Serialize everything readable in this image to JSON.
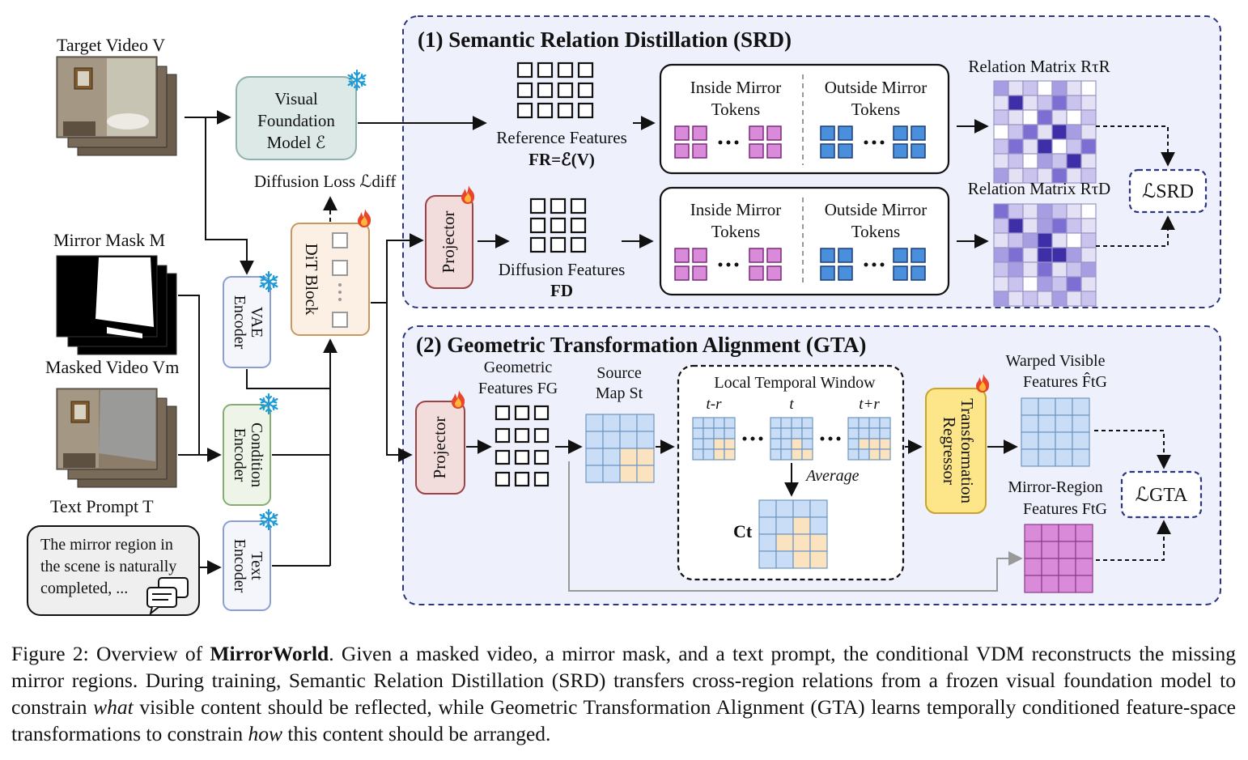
{
  "inputs": {
    "target_video": "Target Video V",
    "mirror_mask": "Mirror Mask M",
    "masked_video": "Masked Video Vm",
    "text_prompt": "Text Prompt T",
    "prompt_lines": [
      "The mirror region in",
      "the scene is naturally",
      "completed, ..."
    ]
  },
  "modules": {
    "vfm": [
      "Visual",
      "Foundation",
      "Model ℰ"
    ],
    "vae": [
      "VAE",
      "Encoder"
    ],
    "condition": [
      "Condition",
      "Encoder"
    ],
    "text_encoder": [
      "Text",
      "Encoder"
    ],
    "dit": "DiT Block",
    "diffusion_loss": "Diffusion Loss ℒdiff",
    "projector": "Projector",
    "regressor": [
      "Transformation",
      "Regressor"
    ]
  },
  "srd": {
    "title": "(1) Semantic Relation Distillation (SRD)",
    "reference_features": [
      "Reference Features",
      "FR=ℰ(V)"
    ],
    "diffusion_features": [
      "Diffusion Features",
      "FD"
    ],
    "inside_tokens": [
      "Inside Mirror",
      "Tokens"
    ],
    "outside_tokens": [
      "Outside Mirror",
      "Tokens"
    ],
    "relation_matrix_r": "Relation Matrix RτR",
    "relation_matrix_d": "Relation Matrix RτD",
    "loss": "ℒSRD"
  },
  "gta": {
    "title": "(2) Geometric Transformation Alignment (GTA)",
    "geometric_features": [
      "Geometric",
      "Features FG"
    ],
    "source_map": [
      "Source",
      "Map St"
    ],
    "local_window": "Local Temporal Window",
    "window_labels": [
      "t-r",
      "t",
      "t+r"
    ],
    "average": "Average",
    "ct": "Ct",
    "warped_features": [
      "Warped Visible",
      "Features F̂tG"
    ],
    "mirror_features": [
      "Mirror-Region",
      "Features FtG"
    ],
    "loss": "ℒGTA"
  },
  "caption": {
    "label": "Figure 2: Overview of ",
    "name": "MirrorWorld",
    "p1": ". Given a masked video, a mirror mask, and a text prompt, the conditional VDM reconstructs the missing mirror regions. During training, Semantic Relation Distillation (SRD) transfers cross-region relations from a frozen visual foundation model to constrain ",
    "what": "what",
    "p2": " visible content should be reflected, while Geometric Transformation Alignment (GTA) learns temporally conditioned feature-space transformations to constrain ",
    "how": "how",
    "p3": " this content should be arranged."
  },
  "colors": {
    "panel_bg": "#eef0fb",
    "panel_border": "#2b3580",
    "frozen_vfm": "#dde9e6",
    "projector_fill": "#f3dcdc",
    "dit_fill": "#fcefe4",
    "regressor_fill": "#fde58a",
    "inside_token": "#d98ad8",
    "outside_token": "#4a8fdc",
    "source_blue": "#c9def6",
    "source_peach": "#fbe3bf",
    "relation_dark": "#3e2ea8"
  }
}
